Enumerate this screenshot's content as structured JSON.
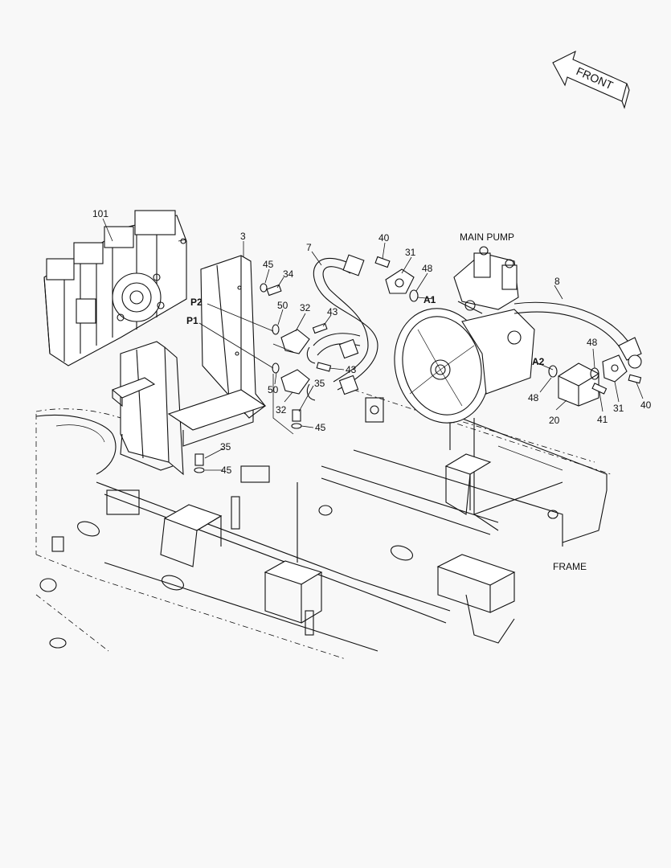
{
  "labels": {
    "front": "FRONT",
    "main_pump": "MAIN PUMP",
    "frame": "FRAME",
    "p1": "P1",
    "p2": "P2",
    "a1": "A1",
    "a2": "A2"
  },
  "callouts": {
    "c101": "101",
    "c3": "3",
    "c7": "7",
    "c40a": "40",
    "c31a": "31",
    "c48a": "48",
    "c8": "8",
    "c45a": "45",
    "c34": "34",
    "c50a": "50",
    "c32a": "32",
    "c43a": "43",
    "c43b": "43",
    "c50b": "50",
    "c32b": "32",
    "c35a": "35",
    "c45b": "45",
    "c35b": "35",
    "c45c": "45",
    "c48b": "48",
    "c48c": "48",
    "c20": "20",
    "c41": "41",
    "c31b": "31",
    "c40b": "40"
  }
}
